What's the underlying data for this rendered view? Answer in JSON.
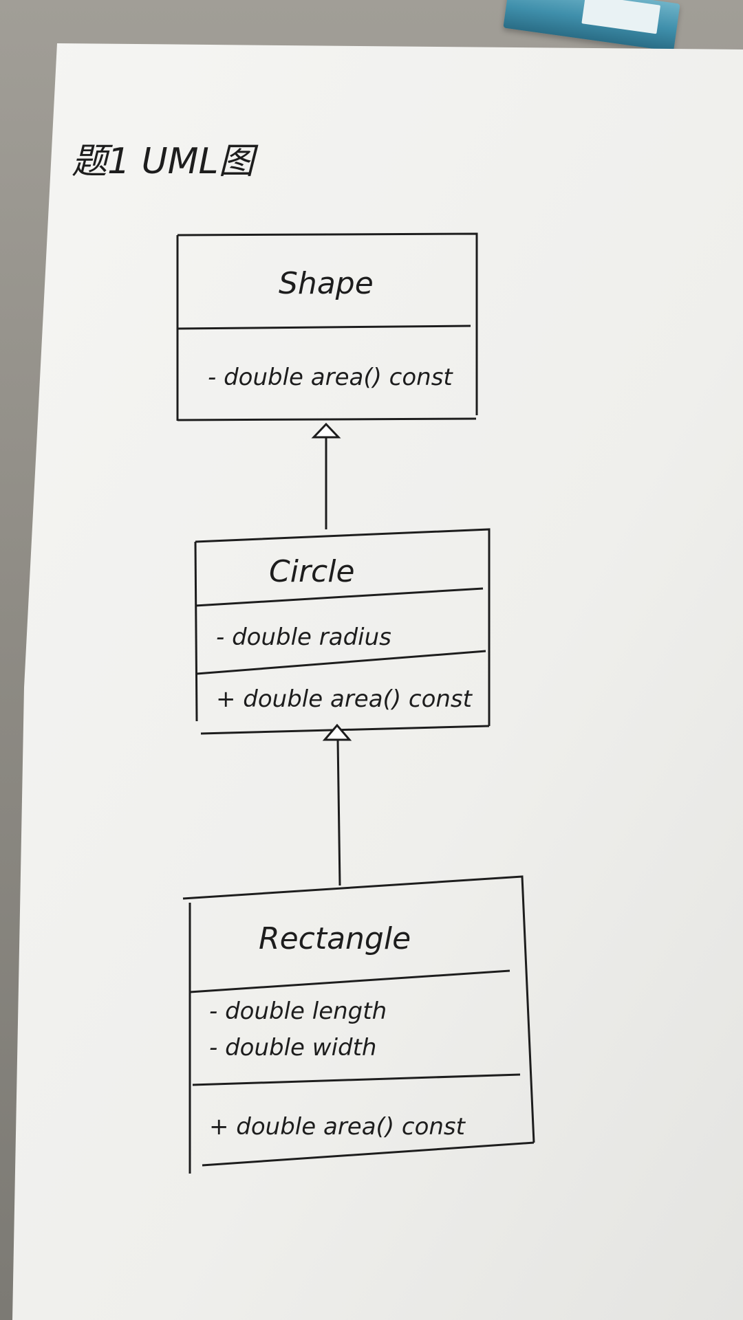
{
  "title": "题1 UML图",
  "classes": {
    "shape": {
      "name": "Shape",
      "methods": [
        "- double area() const"
      ]
    },
    "circle": {
      "name": "Circle",
      "attributes": [
        "- double radius"
      ],
      "methods": [
        "+ double area() const"
      ]
    },
    "rectangle": {
      "name": "Rectangle",
      "attributes": [
        "- double length",
        "- double width"
      ],
      "methods": [
        "+ double area() const"
      ]
    }
  },
  "colors": {
    "ink": "#1d1d1d",
    "paper": "#f2f2f0",
    "desk": "#8f8c85"
  }
}
